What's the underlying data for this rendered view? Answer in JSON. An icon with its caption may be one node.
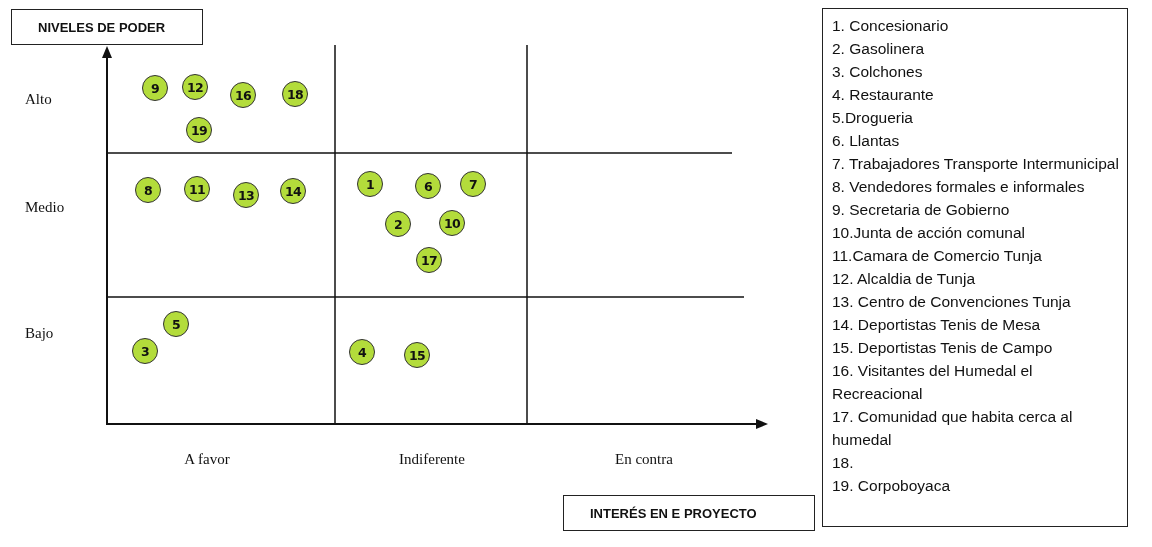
{
  "diagram": {
    "nodes": [
      {
        "text": [
          "NIVELES DE PODER"
        ]
      },
      {
        "text": [
          "1. Concesionario",
          "2. Gasolinera",
          "3. Colchones",
          "4. Restaurante",
          "5.Drogueria",
          "6. Llantas",
          "7. Trabajadores Transporte Intermunicipal",
          "8. Vendedores formales e informales",
          "9. Secretaria de Gobierno",
          "10.Junta de acción comunal",
          "11.Camara de Comercio Tunja",
          "12. Alcaldia de Tunja",
          "13. Centro de Convenciones Tunja",
          "14. Deportistas Tenis de Mesa",
          "15. Deportistas Tenis de Campo",
          "16. Visitantes del Humedal el Recreacional",
          "17. Comunidad que habita cerca al humedal",
          "18.",
          "19. Corpoboyaca"
        ]
      },
      {
        "text": [
          "9"
        ]
      },
      {
        "text": [
          "12"
        ]
      },
      {
        "text": [
          "16"
        ]
      },
      {
        "text": [
          "18"
        ]
      },
      {
        "text": [
          "19"
        ]
      },
      {
        "text": [
          "8"
        ]
      },
      {
        "text": [
          "11"
        ]
      },
      {
        "text": [
          "13"
        ]
      },
      {
        "text": [
          "14"
        ]
      },
      {
        "text": [
          "1"
        ]
      },
      {
        "text": [
          "6"
        ]
      },
      {
        "text": [
          "7"
        ]
      },
      {
        "text": [
          "2"
        ]
      },
      {
        "text": [
          "10"
        ]
      },
      {
        "text": [
          "17"
        ]
      },
      {
        "text": [
          "5"
        ]
      },
      {
        "text": [
          "3"
        ]
      },
      {
        "text": [
          "4"
        ]
      },
      {
        "text": [
          "15"
        ]
      },
      {
        "text": [
          "INTERÉS EN E PROYECTO"
        ]
      }
    ],
    "labels": [
      "Alto",
      "Medio",
      "Bajo",
      "A favor",
      "Indiferente",
      "En contra"
    ]
  }
}
